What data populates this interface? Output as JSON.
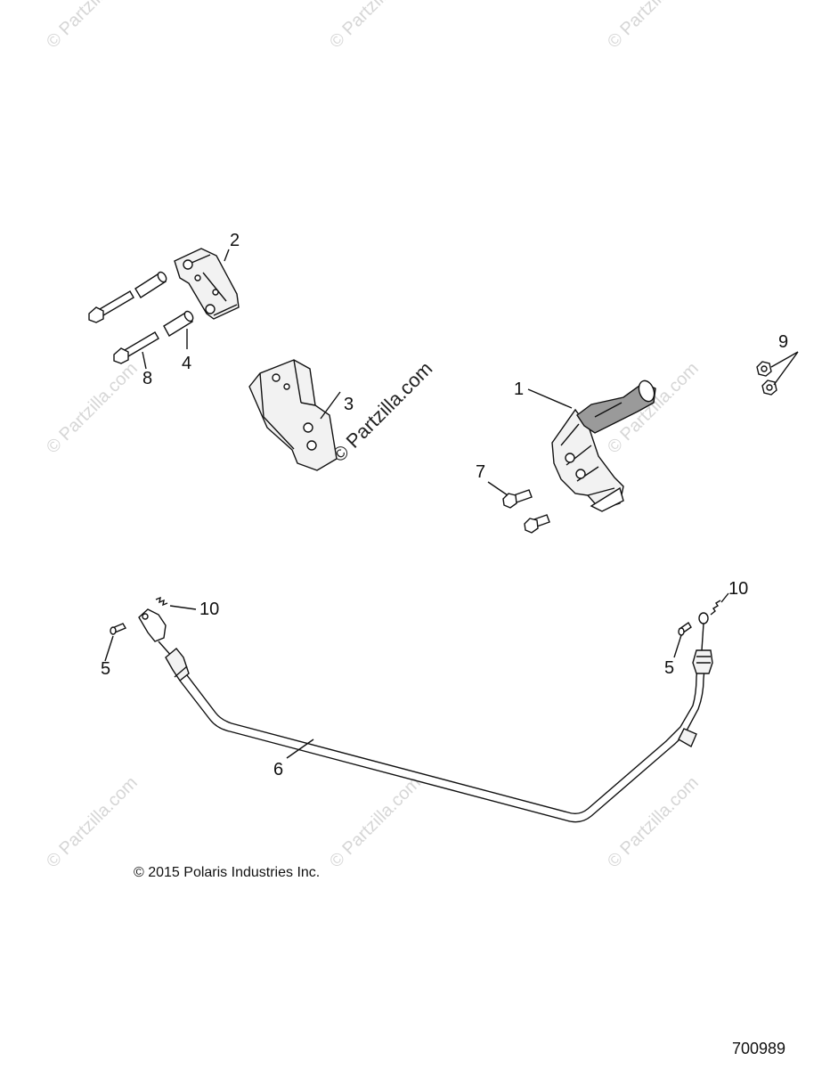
{
  "diagram": {
    "callouts": {
      "c1": "1",
      "c2": "2",
      "c3": "3",
      "c4": "4",
      "c5_left": "5",
      "c5_right": "5",
      "c6": "6",
      "c7": "7",
      "c8": "8",
      "c9": "9",
      "c10_left": "10",
      "c10_right": "10"
    },
    "copyright": "© 2015 Polaris Industries Inc.",
    "drawing_number": "700989",
    "watermark": "© Partzilla.com"
  }
}
